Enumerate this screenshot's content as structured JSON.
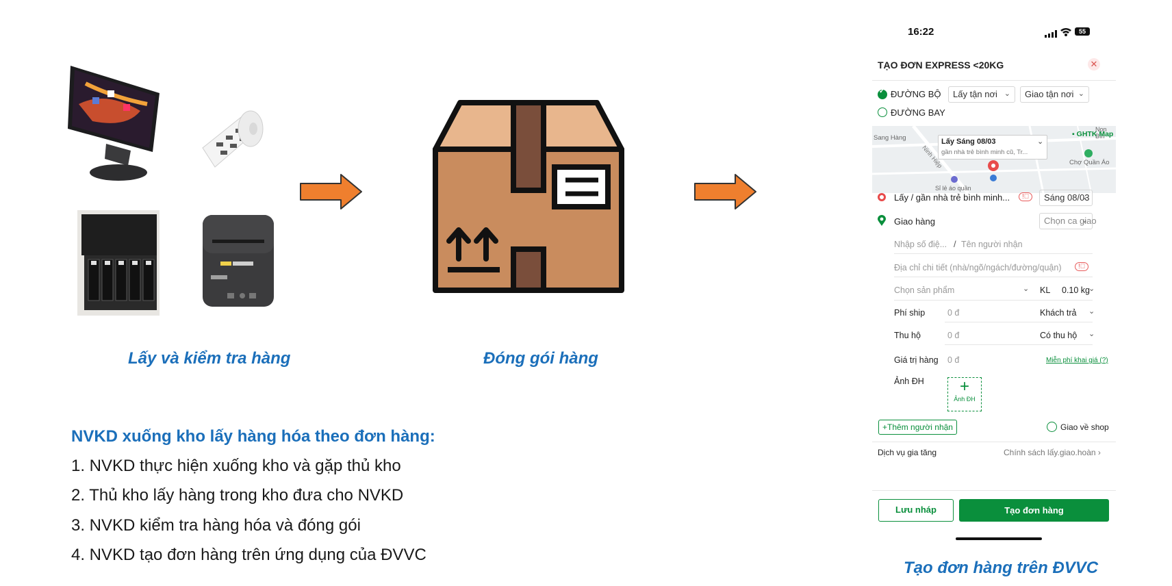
{
  "captions": {
    "pick": "Lấy và kiểm tra hàng",
    "pack": "Đóng gói hàng",
    "create": "Tạo đơn hàng trên ĐVVC"
  },
  "steps": {
    "title": "NVKD xuống kho lấy hàng hóa theo đơn hàng:",
    "items": [
      "1. NVKD thực hiện xuống kho và gặp thủ kho",
      "2. Thủ kho lấy hàng trong kho đưa cho NVKD",
      "3. NVKD kiểm tra hàng hóa  và đóng gói",
      "4. NVKD tạo đơn hàng trên ứng dụng của ĐVVC"
    ]
  },
  "phone": {
    "time": "16:22",
    "battery": "55",
    "title": "TẠO ĐƠN EXPRESS <20KG",
    "road": "ĐƯỜNG BỘ",
    "air": "ĐƯỜNG BAY",
    "pickup_select": "Lấy tận nơi",
    "deliver_select": "Giao tận nơi",
    "map": {
      "brand": "GHTK Map",
      "popup_title": "Lấy Sáng 08/03",
      "popup_sub": "gần nhà trẻ bình minh cũ, Tr...",
      "label_sang_hang": "Sang Hàng",
      "label_ninh_hiep": "Ninh Hiệp",
      "label_cho_quan_ao": "Chợ Quần Áo",
      "label_si_le": "Sỉ lẻ áo quần",
      "label_non_binh": "Non Bìn"
    },
    "pickup_row_text": "Lấy / gần nhà trẻ bình minh...",
    "pickup_date": "Sáng 08/03",
    "deliver_label": "Giao hàng",
    "shift_select": "Chọn ca giao",
    "phone_placeholder": "Nhập số điệ...",
    "slash": "/",
    "name_placeholder": "Tên người nhận",
    "address_placeholder": "Địa chỉ chi tiết (nhà/ngõ/ngách/đường/quận)",
    "product_select": "Chọn sản phẩm",
    "kl_label": "KL",
    "kl_value": "0.10 kg",
    "ship_label": "Phí ship",
    "ship_value": "0 đ",
    "payer_select": "Khách trả",
    "cod_label": "Thu hộ",
    "cod_value": "0 đ",
    "cod_select": "Có thu hộ",
    "value_label": "Giá trị hàng",
    "value_value": "0 đ",
    "free_declare": "Miễn phí khai giá (?)",
    "photo_label": "Ảnh ĐH",
    "photo_button": "Ảnh ĐH",
    "add_receiver": "Thêm người nhận",
    "return_shop": "Giao về shop",
    "services_label": "Dịch vụ gia tăng",
    "services_link": "Chính sách lấy.giao.hoàn",
    "save_draft": "Lưu nháp",
    "create_order": "Tạo đơn hàng"
  },
  "colors": {
    "caption_blue": "#1b6fba",
    "arrow_orange": "#ef7f2e",
    "box_brown": "#c98c5e",
    "brand_green": "#0a8f3c"
  }
}
